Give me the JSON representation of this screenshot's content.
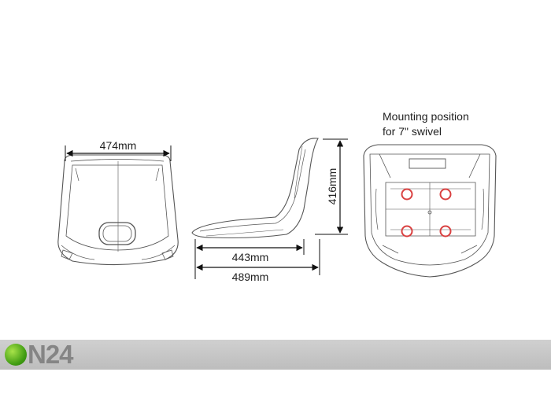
{
  "dimensions": {
    "front_width": "474mm",
    "side_height": "416mm",
    "side_depth": "443mm",
    "side_total_depth": "489mm"
  },
  "mounting_note": {
    "line1": "Mounting position",
    "line2": "for 7\" swivel",
    "marker_color": "#d94040"
  },
  "footer": {
    "logo_text": "N24",
    "logo_color": "#3f9b12",
    "bar_color": "#c8c8c8"
  }
}
